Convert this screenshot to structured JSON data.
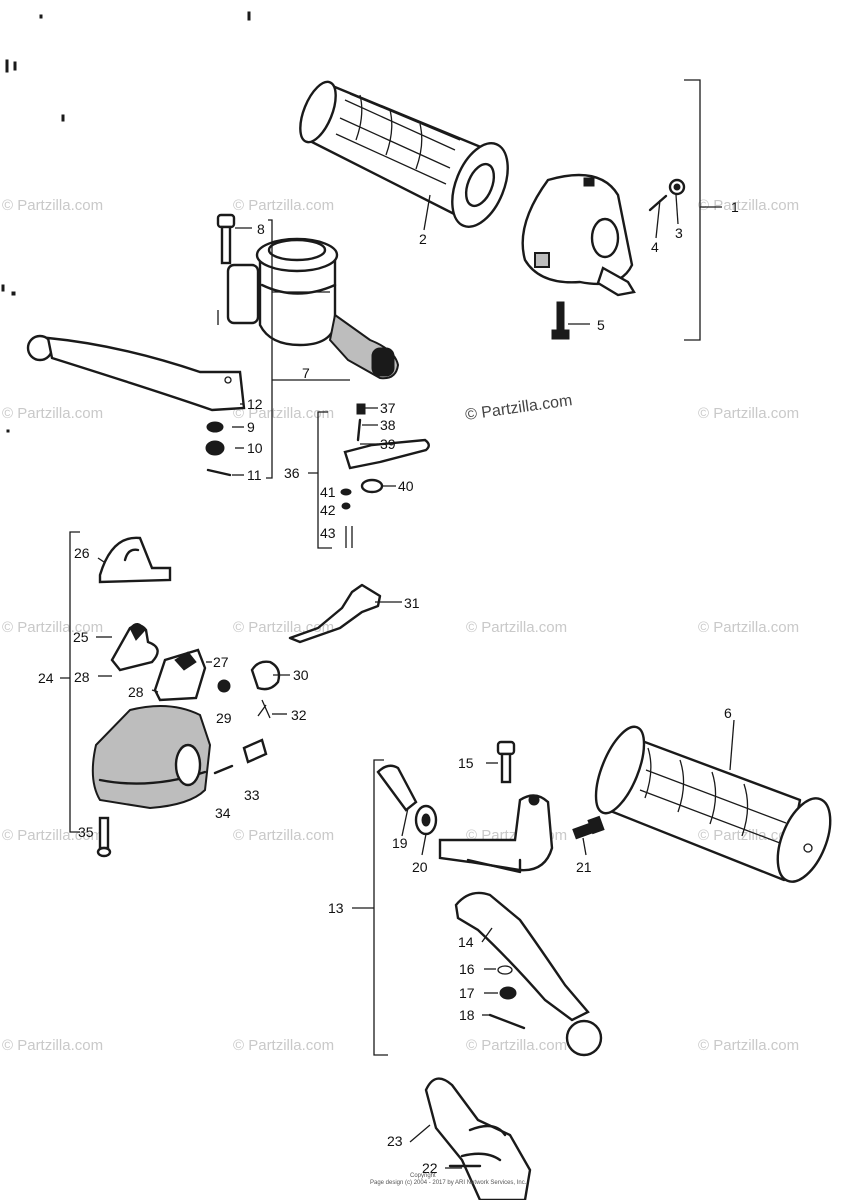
{
  "diagram": {
    "watermark": "© Partzilla.com",
    "center_watermark": "© Partzilla.com",
    "footer_line1": "Copyright",
    "footer_line2": "Page design (c) 2004 - 2017 by ARI Network Services, Inc.",
    "callouts": [
      "1",
      "2",
      "3",
      "4",
      "5",
      "6",
      "7",
      "8",
      "9",
      "10",
      "11",
      "12",
      "13",
      "14",
      "15",
      "16",
      "17",
      "18",
      "19",
      "20",
      "21",
      "22",
      "23",
      "24",
      "25",
      "26",
      "27",
      "28",
      "28",
      "29",
      "30",
      "31",
      "32",
      "33",
      "34",
      "35",
      "36",
      "37",
      "38",
      "39",
      "40",
      "41",
      "42",
      "43"
    ]
  }
}
